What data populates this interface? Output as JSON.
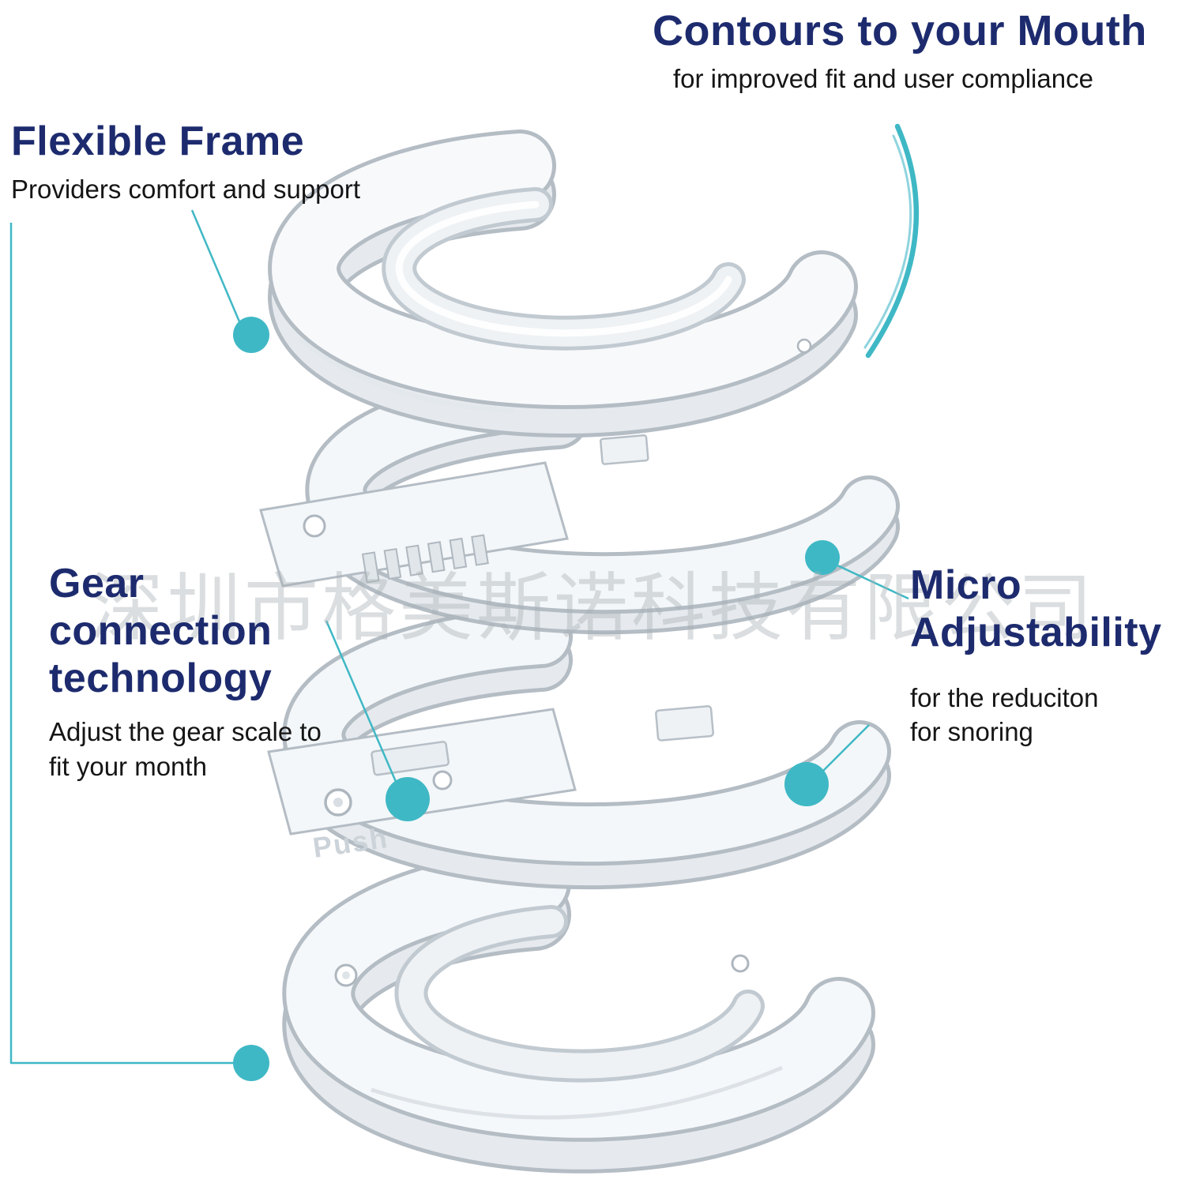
{
  "watermark_text": "深圳市格美斯诺科技有限公司",
  "colors": {
    "heading_navy": "#1d2b6e",
    "body_text": "#151515",
    "accent_teal": "#3fb8c5",
    "product_outline": "#b4bcc4"
  },
  "annotations": {
    "contours": {
      "title": "Contours to your Mouth",
      "subtitle": "for improved fit and user compliance"
    },
    "flexible_frame": {
      "title": "Flexible Frame",
      "subtitle": "Providers comfort and support"
    },
    "gear_connection": {
      "title": "Gear connection technology",
      "subtitle": "Adjust the gear scale to fit your month"
    },
    "micro_adjustability": {
      "title": "Micro Adjustability",
      "subtitle": "for the reduciton for snoring"
    }
  },
  "product": {
    "embossed_label": "Push"
  }
}
